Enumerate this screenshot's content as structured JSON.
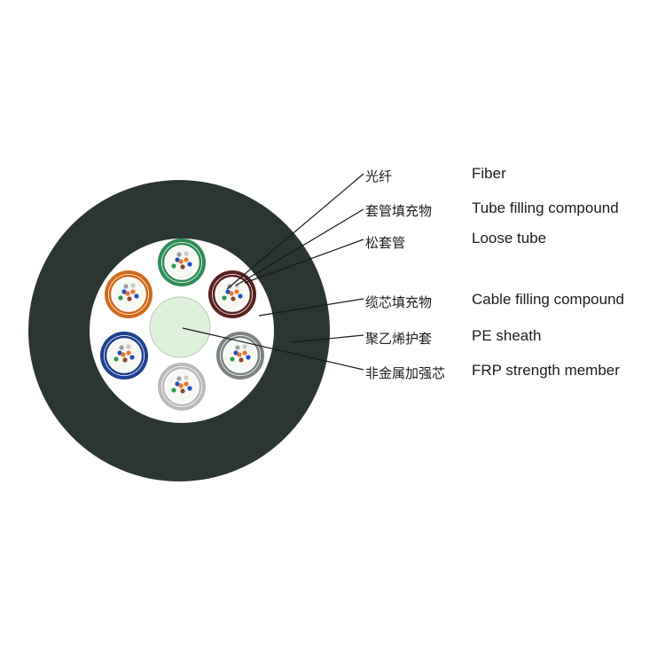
{
  "colors": {
    "sheath": "#2b3532",
    "core_fill": "#ffffff",
    "strength_member": "#dff0dc",
    "leader_line": "#1a1a1a"
  },
  "labels": [
    {
      "cn": "光纤",
      "en": "Fiber"
    },
    {
      "cn": "套管填充物",
      "en": "Tube filling compound"
    },
    {
      "cn": "松套管",
      "en": "Loose tube"
    },
    {
      "cn": "缆芯填充物",
      "en": "Cable filling compound"
    },
    {
      "cn": "聚乙烯护套",
      "en": "PE sheath"
    },
    {
      "cn": "非金属加强芯",
      "en": "FRP strength member"
    }
  ],
  "loose_tubes": [
    {
      "color": "#2e8b57",
      "icon": "green-loose-tube-icon"
    },
    {
      "color": "#5a2020",
      "icon": "brown-loose-tube-icon"
    },
    {
      "color": "#7b8285",
      "icon": "slate-loose-tube-icon"
    },
    {
      "color": "#b9b9b9",
      "icon": "white-loose-tube-icon"
    },
    {
      "color": "#1f3f8f",
      "icon": "blue-loose-tube-icon"
    },
    {
      "color": "#d2691e",
      "icon": "orange-loose-tube-icon"
    }
  ],
  "fiber_colors": [
    "#1f4fbf",
    "#e8762c",
    "#2e9b4e",
    "#8b4a2b",
    "#9aa0a6",
    "#c9c9c9"
  ]
}
